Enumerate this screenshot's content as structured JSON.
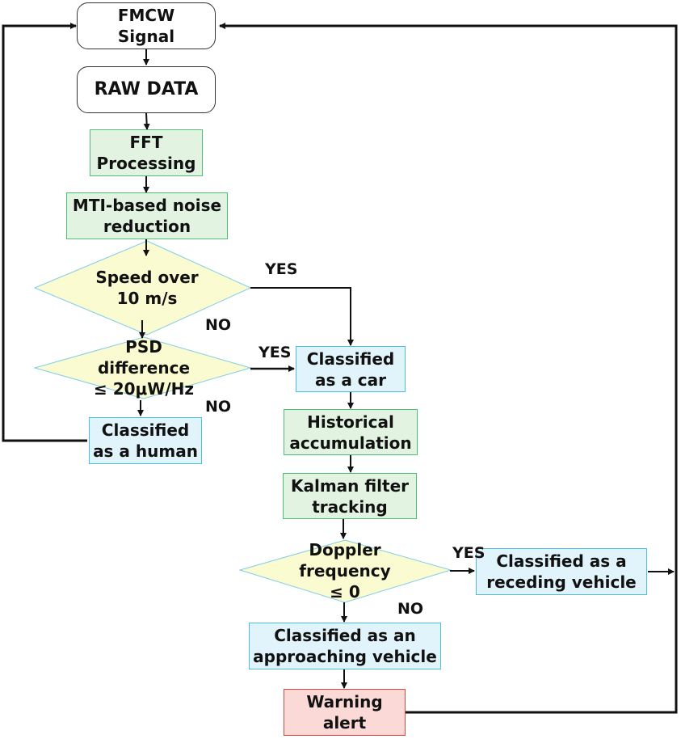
{
  "nodes": {
    "fmcw_signal": "FMCW\nSignal",
    "raw_data": "RAW  DATA",
    "fft": "FFT\nProcessing",
    "mti": "MTI-based noise\nreduction",
    "speed_decision": "Speed over\n10 m/s",
    "psd_decision": "PSD\ndifference\n≤ 20μW/Hz",
    "human": "Classified\nas a human",
    "car": "Classified\nas a car",
    "historical": "Historical\naccumulation",
    "kalman": "Kalman filter\ntracking",
    "doppler_decision": "Doppler\nfrequency\n≤  0",
    "receding": "Classified as a\nreceding vehicle",
    "approaching": "Classified as an\napproaching vehicle",
    "warning": "Warning alert"
  },
  "labels": {
    "speed_yes": "YES",
    "speed_no": "NO",
    "psd_yes": "YES",
    "psd_no": "NO",
    "doppler_yes": "YES",
    "doppler_no": "NO"
  },
  "colors": {
    "process_fill": "#e2f4e1",
    "result_fill": "#e1f4fc",
    "decision_fill": "#fbfbd2",
    "alert_fill": "#fbd9d6"
  }
}
